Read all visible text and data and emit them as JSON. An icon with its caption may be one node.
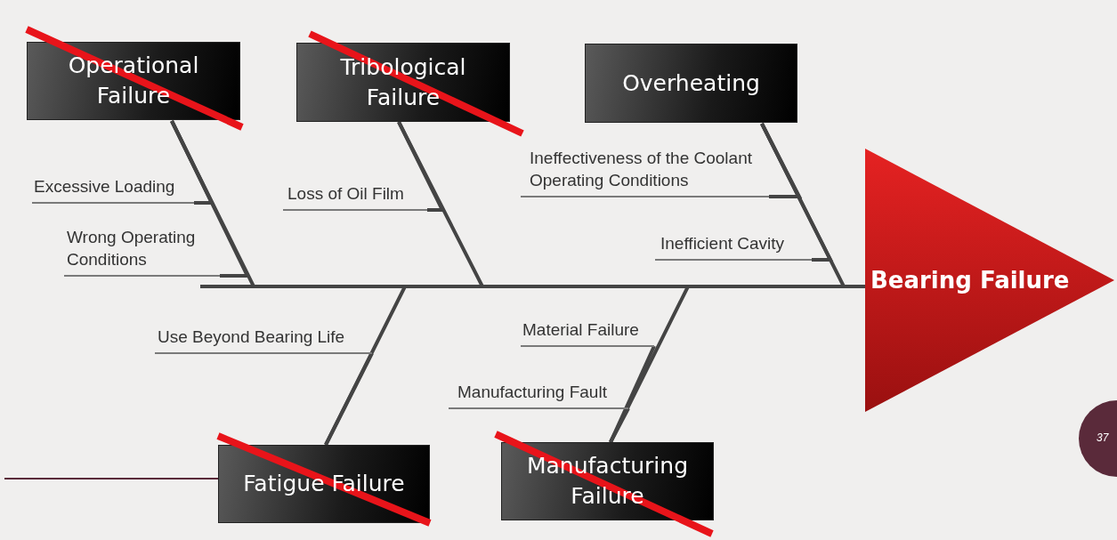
{
  "diagram": {
    "nodes": [
      {
        "text": [
          "Operational Failure"
        ]
      },
      {
        "text": [
          "Tribological Failure"
        ]
      },
      {
        "text": [
          "Overheating"
        ]
      },
      {
        "text": [
          "Excessive Loading"
        ]
      },
      {
        "text": [
          "Loss of Oil Film"
        ]
      },
      {
        "text": [
          "Ineffectiveness of the Coolant Operating Conditions"
        ]
      },
      {
        "text": [
          "Inefficient Cavity"
        ]
      },
      {
        "text": [
          "Wrong Operating Conditions"
        ]
      },
      {
        "text": [
          "Bearing Failure"
        ]
      },
      {
        "text": [
          "Use Beyond Bearing Life"
        ]
      },
      {
        "text": [
          "Material Failure"
        ]
      },
      {
        "text": [
          "Manufacturing Fault"
        ]
      },
      {
        "text": [
          "Fatigue Failure"
        ]
      },
      {
        "text": [
          "Manufacturing Failure"
        ]
      }
    ],
    "edges": [
      {
        "from": 3,
        "to": 0,
        "arrow": "none"
      },
      {
        "from": 7,
        "to": 0,
        "arrow": "none"
      },
      {
        "from": 4,
        "to": 1,
        "arrow": "none"
      },
      {
        "from": 5,
        "to": 2,
        "arrow": "none"
      },
      {
        "from": 6,
        "to": 2,
        "arrow": "none"
      },
      {
        "from": 9,
        "to": 12,
        "arrow": "none"
      },
      {
        "from": 10,
        "to": 13,
        "arrow": "none"
      },
      {
        "from": 11,
        "to": 13,
        "arrow": "none"
      },
      {
        "from": 0,
        "to": 8,
        "arrow": "none"
      },
      {
        "from": 1,
        "to": 8,
        "arrow": "none"
      },
      {
        "from": 2,
        "to": 8,
        "arrow": "none"
      },
      {
        "from": 12,
        "to": 8,
        "arrow": "none"
      },
      {
        "from": 13,
        "to": 8,
        "arrow": "none"
      }
    ],
    "labels": [
      "37"
    ]
  }
}
